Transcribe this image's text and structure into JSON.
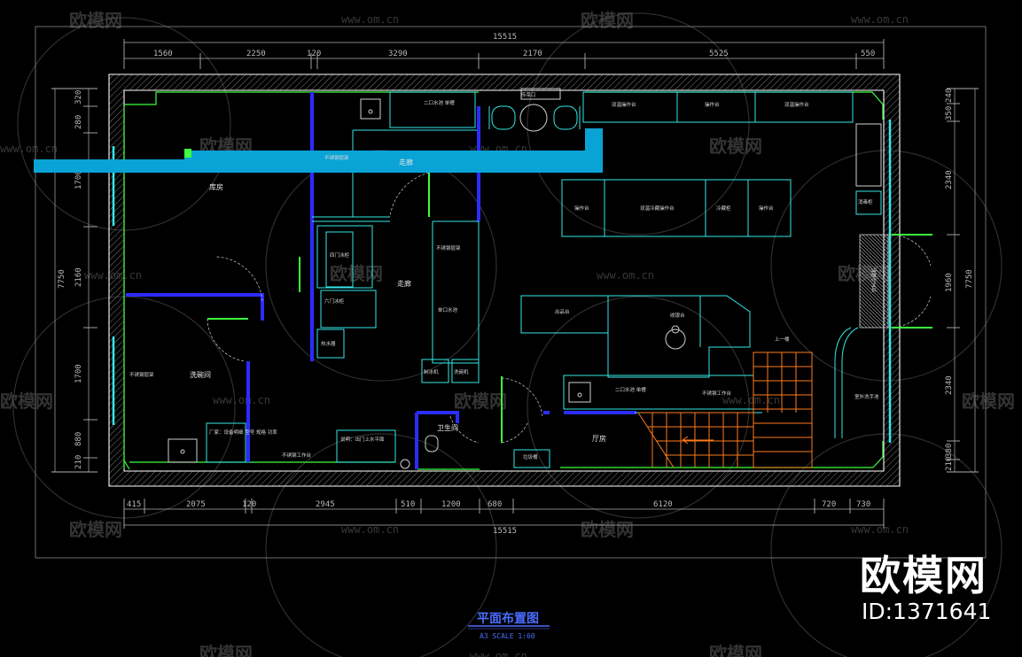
{
  "watermark": {
    "brand": "欧模网",
    "url": "www.om.cn"
  },
  "brand_mark": {
    "name": "欧模网",
    "id": "ID:1371641"
  },
  "drawing": {
    "title": "平面布置图",
    "scale": "A3 SCALE 1:60"
  },
  "dims": {
    "top_total": "15515",
    "top": [
      "1560",
      "2250",
      "120",
      "3290",
      "2170",
      "5525",
      "550"
    ],
    "bottom": [
      "415",
      "2075",
      "120",
      "2945",
      "510",
      "1200",
      "680",
      "6120",
      "720",
      "730"
    ],
    "bottom_total": "15515",
    "left": [
      "320",
      "280",
      "1700",
      "2160",
      "1700",
      "880",
      "210"
    ],
    "left_total": "7750",
    "right": [
      "240",
      "350",
      "2340",
      "1960",
      "2340",
      "380",
      "210"
    ],
    "right_total": "7750"
  },
  "rooms": {
    "storage": "库房",
    "dishwash": "洗碗间",
    "washroom": "卫生间",
    "corridor": "走廊",
    "hall": "厅房",
    "outdoor_wash": "室外洗手池",
    "up_stairs": "上一楼"
  },
  "labels": {
    "sink_double": "二口水池 单槽",
    "sink_single": "单口水池",
    "fridge_4": "四门冰柜",
    "fridge_6": "六门冰柜",
    "top_counter_1": "双温操作台",
    "top_counter_2": "操作台",
    "top_counter_3": "双温操作台",
    "island_1": "操作台",
    "island_2": "双温冷藏操作台",
    "island_3": "冷藏柜",
    "island_4": "操作台",
    "mid_counter": "出品台",
    "cashier": "收银台",
    "right_shelf": "饮料冷藏柜",
    "right_wall": "消毒柜",
    "ticket": "传菜口",
    "store_shelf": "不锈钢层架",
    "store_shelf2": "不锈钢层架",
    "left_room": "不锈钢层架",
    "equip_panel_1": "厂家：设备明细 型号 规格 功率",
    "equip_panel_2": "说明：出门上水平面",
    "mid_table": "不锈钢工作台",
    "mid_table2": "不锈钢工作台",
    "ice": "制冰机",
    "dishwasher": "洗碗机",
    "heater": "热水器",
    "trash": "垃圾桶"
  },
  "colors": {
    "wall": "#ffffff",
    "green": "#3cff3c",
    "cyan": "#34e8e8",
    "blue": "#2c2cff",
    "duct": "#0aa3d6",
    "stair": "#ff7a1a",
    "dim": "#b0b0b0"
  }
}
